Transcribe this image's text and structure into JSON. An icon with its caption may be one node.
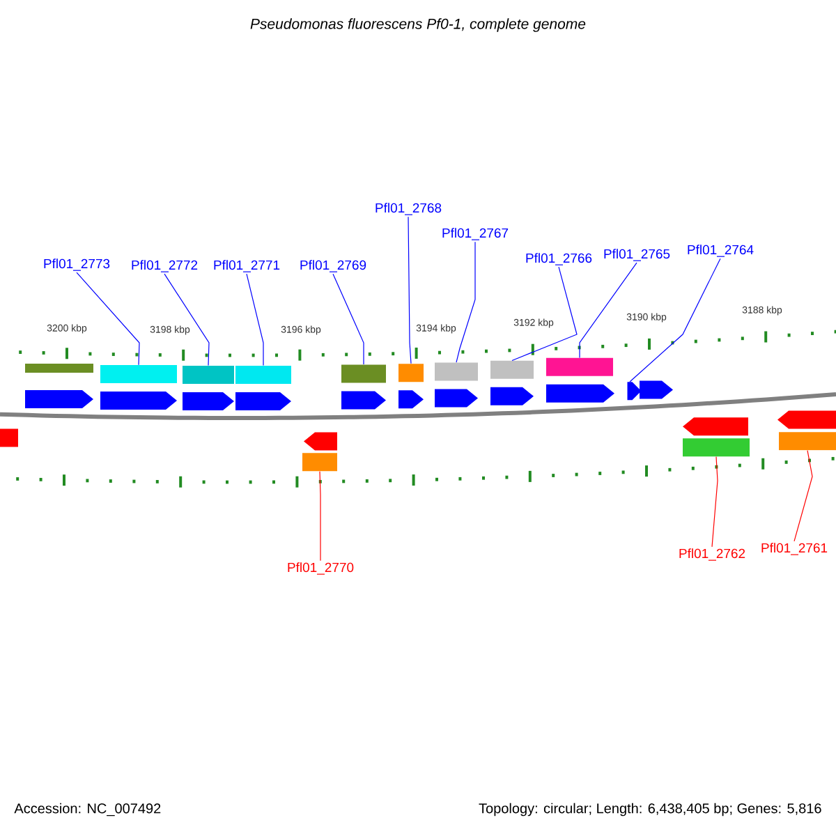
{
  "diagram": {
    "title": "Pseudomonas fluorescens Pf0-1, complete genome",
    "nodes": [
      {
        "text": [
          "Pfl01_2773"
        ]
      },
      {
        "text": [
          "Pfl01_2772"
        ]
      },
      {
        "text": [
          "Pfl01_2771"
        ]
      },
      {
        "text": [
          "Pfl01_2769"
        ]
      },
      {
        "text": [
          "Pfl01_2768"
        ]
      },
      {
        "text": [
          "Pfl01_2767"
        ]
      },
      {
        "text": [
          "Pfl01_2766"
        ]
      },
      {
        "text": [
          "Pfl01_2765"
        ]
      },
      {
        "text": [
          "Pfl01_2764"
        ]
      },
      {
        "text": [
          "Pfl01_2770"
        ]
      },
      {
        "text": [
          "Pfl01_2762"
        ]
      },
      {
        "text": [
          "Pfl01_2761"
        ]
      },
      {
        "text": [],
        "shape": "box"
      },
      {
        "text": [],
        "shape": "box"
      },
      {
        "text": [],
        "shape": "box"
      },
      {
        "text": [],
        "shape": "box"
      },
      {
        "text": [],
        "shape": "box"
      },
      {
        "text": [],
        "shape": "box"
      },
      {
        "text": [],
        "shape": "box"
      },
      {
        "text": [],
        "shape": "box"
      },
      {
        "text": [],
        "shape": "arrow"
      },
      {
        "text": [],
        "shape": "box"
      },
      {
        "text": [],
        "shape": "box"
      },
      {
        "text": [],
        "shape": "box"
      }
    ],
    "edges": [
      {
        "from": 0,
        "to": 12,
        "arrow": "none"
      },
      {
        "from": 1,
        "to": 13,
        "arrow": "none"
      },
      {
        "from": 2,
        "to": 14,
        "arrow": "none"
      },
      {
        "from": 3,
        "to": 15,
        "arrow": "none"
      },
      {
        "from": 4,
        "to": 16,
        "arrow": "none"
      },
      {
        "from": 5,
        "to": 17,
        "arrow": "none"
      },
      {
        "from": 6,
        "to": 18,
        "arrow": "none"
      },
      {
        "from": 7,
        "to": 19,
        "arrow": "none"
      },
      {
        "from": 8,
        "to": 20,
        "arrow": "none"
      },
      {
        "from": 9,
        "to": 21,
        "arrow": "none",
        "color": "#ff0000"
      },
      {
        "from": 10,
        "to": 22,
        "arrow": "none",
        "color": "#ff0000"
      },
      {
        "from": 11,
        "to": 23,
        "arrow": "none",
        "color": "#ff0000"
      }
    ],
    "labels": [
      "3200 kbp",
      "3198 kbp",
      "3196 kbp",
      "3194 kbp",
      "3192 kbp",
      "3190 kbp",
      "3188 kbp",
      "Accession: NC_007492",
      "Topology: circular; Length: 6,438,405 bp; Genes: 5,816"
    ]
  }
}
